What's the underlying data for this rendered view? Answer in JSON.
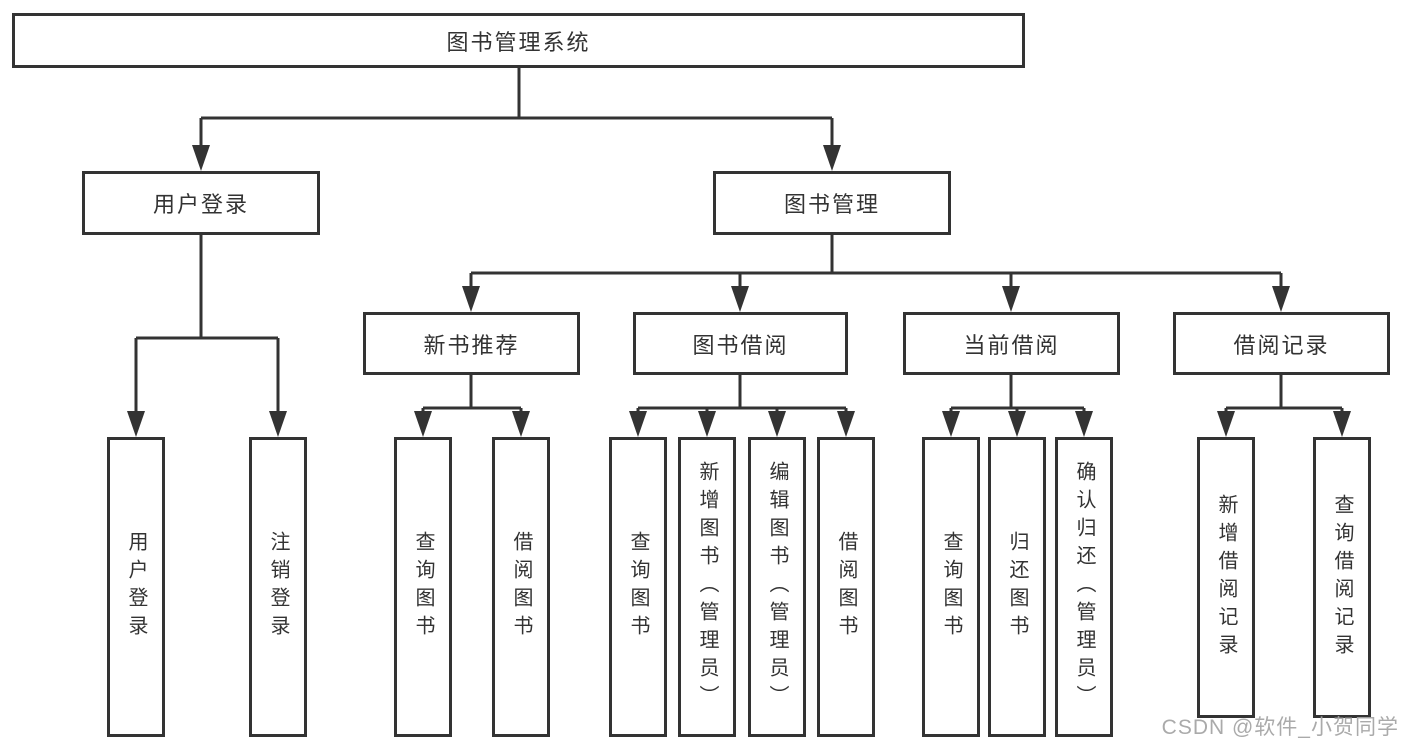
{
  "diagram": {
    "type": "hierarchy-tree",
    "colors": {
      "line": "#333333",
      "box_border": "#333333",
      "box_fill": "#ffffff",
      "text": "#333333",
      "watermark_text": "#a5a5a5",
      "background": "#ffffff"
    },
    "tree": {
      "label": "图书管理系统",
      "children": [
        {
          "label": "用户登录",
          "children": [
            {
              "label": "用户登录"
            },
            {
              "label": "注销登录"
            }
          ]
        },
        {
          "label": "图书管理",
          "children": [
            {
              "label": "新书推荐",
              "children": [
                {
                  "label": "查询图书"
                },
                {
                  "label": "借阅图书"
                }
              ]
            },
            {
              "label": "图书借阅",
              "children": [
                {
                  "label": "查询图书"
                },
                {
                  "label": "新增图书（管理员）"
                },
                {
                  "label": "编辑图书（管理员）"
                },
                {
                  "label": "借阅图书"
                }
              ]
            },
            {
              "label": "当前借阅",
              "children": [
                {
                  "label": "查询图书"
                },
                {
                  "label": "归还图书"
                },
                {
                  "label": "确认归还（管理员）"
                }
              ]
            },
            {
              "label": "借阅记录",
              "children": [
                {
                  "label": "新增借阅记录"
                },
                {
                  "label": "查询借阅记录"
                }
              ]
            }
          ]
        }
      ]
    },
    "watermark": "CSDN @软件_小贺同学"
  }
}
